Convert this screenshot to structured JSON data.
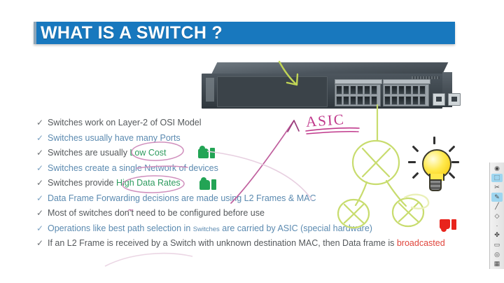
{
  "slide": {
    "title": "WHAT IS A SWITCH ?",
    "title_bar_color": "#1878BE",
    "background_color": "#FFFFFF"
  },
  "image": {
    "name": "network-switch-photo",
    "caption": "24-port rack-mount Ethernet network switch",
    "port_count": 24,
    "uplink_ports": 2
  },
  "bullets": [
    {
      "tick": "✓",
      "color": "#55595C",
      "style": "gray",
      "segments": [
        {
          "text": "Switches work on Layer-2 of OSI Model",
          "highlight": "none"
        }
      ]
    },
    {
      "tick": "✓",
      "color": "#5B8AB0",
      "style": "blue",
      "segments": [
        {
          "text": "Switches usually have many Ports",
          "highlight": "none"
        }
      ]
    },
    {
      "tick": "✓",
      "color": "#55595C",
      "style": "gray",
      "segments": [
        {
          "text": "Switches are usually ",
          "highlight": "none"
        },
        {
          "text": "Low Cost",
          "highlight": "green"
        }
      ]
    },
    {
      "tick": "✓",
      "color": "#5B8AB0",
      "style": "blue",
      "segments": [
        {
          "text": "Switches create a single Network of devices",
          "highlight": "none"
        }
      ]
    },
    {
      "tick": "✓",
      "color": "#55595C",
      "style": "gray",
      "segments": [
        {
          "text": "Switches provide ",
          "highlight": "none"
        },
        {
          "text": "High Data Rates",
          "highlight": "green"
        }
      ]
    },
    {
      "tick": "✓",
      "color": "#5B8AB0",
      "style": "blue",
      "segments": [
        {
          "text": "Data Frame Forwarding decisions are made using L2 Frames & MAC",
          "highlight": "none"
        }
      ]
    },
    {
      "tick": "✓",
      "color": "#55595C",
      "style": "gray",
      "segments": [
        {
          "text": "Most of switches don’t need to be configured before use",
          "highlight": "none"
        }
      ]
    },
    {
      "tick": "✓",
      "color": "#5B8AB0",
      "style": "blue",
      "segments": [
        {
          "text": "Operations like best path selection in ",
          "highlight": "none"
        },
        {
          "text": "Switches",
          "highlight": "small"
        },
        {
          "text": " are carried by ASIC (special hardware)",
          "highlight": "none"
        }
      ]
    },
    {
      "tick": "✓",
      "color": "#55595C",
      "style": "gray",
      "segments": [
        {
          "text": "If an L2 Frame is received by a Switch with unknown destination MAC, then Data frame is ",
          "highlight": "none"
        },
        {
          "text": "broadcasted",
          "highlight": "red"
        }
      ]
    }
  ],
  "annotations": {
    "asic_label": "ASIC",
    "asic_ink_color": "#C0398C",
    "pink_ink_color": "#C77CAE",
    "green_ink_color": "#C8DC6E",
    "shapes": [
      {
        "name": "pink-curved-arrow",
        "desc": "arrow curving from lower-left up to ASIC label"
      },
      {
        "name": "pink-underline-asic",
        "desc": "double underline beneath ASIC"
      },
      {
        "name": "pink-ellipse-low-cost",
        "desc": "ellipse circling Low Cost"
      },
      {
        "name": "pink-ellipse-high-data-rates",
        "desc": "ellipse circling High Data Rates"
      },
      {
        "name": "pink-strikethrough-single-network",
        "desc": "line through single Network"
      },
      {
        "name": "green-switch-symbol-top",
        "desc": "circle with X denoting a switch"
      },
      {
        "name": "green-switch-symbol-left",
        "desc": "circle with X denoting a switch"
      },
      {
        "name": "green-switch-symbol-right",
        "desc": "circle with X denoting a switch"
      },
      {
        "name": "green-arrow-to-ports",
        "desc": "arrow pointing at switch ports"
      }
    ]
  },
  "icons": {
    "thumbs_up_color": "#23A455",
    "thumbs_down_color": "#E8241C",
    "lightbulb_color": "#FFE94E",
    "list": [
      {
        "name": "thumbs-up-icon",
        "label": "thumbs up"
      },
      {
        "name": "thumbs-up-icon",
        "label": "thumbs up"
      },
      {
        "name": "thumbs-down-icon",
        "label": "thumbs down"
      },
      {
        "name": "lightbulb-icon",
        "label": "idea lightbulb"
      }
    ]
  },
  "toolstrip": {
    "name": "annotation-toolbar",
    "tools": [
      {
        "name": "laser-pointer-tool",
        "glyph": "◉",
        "selected": false
      },
      {
        "name": "select-tool",
        "glyph": "⬚",
        "selected": true
      },
      {
        "name": "eraser-tool",
        "glyph": "✂",
        "selected": false
      },
      {
        "name": "highlighter-tool",
        "glyph": "✎",
        "selected": true
      },
      {
        "name": "pen-tool",
        "glyph": "╱",
        "selected": false
      },
      {
        "name": "shape-tool",
        "glyph": "◇",
        "selected": false
      },
      {
        "name": "line-width-tool",
        "glyph": "·",
        "selected": false
      },
      {
        "name": "stamp-tool",
        "glyph": "✤",
        "selected": false
      },
      {
        "name": "text-box-tool",
        "glyph": "▭",
        "selected": false
      },
      {
        "name": "clear-all-tool",
        "glyph": "◎",
        "selected": false
      },
      {
        "name": "color-palette-tool",
        "glyph": "▦",
        "selected": false
      }
    ]
  }
}
